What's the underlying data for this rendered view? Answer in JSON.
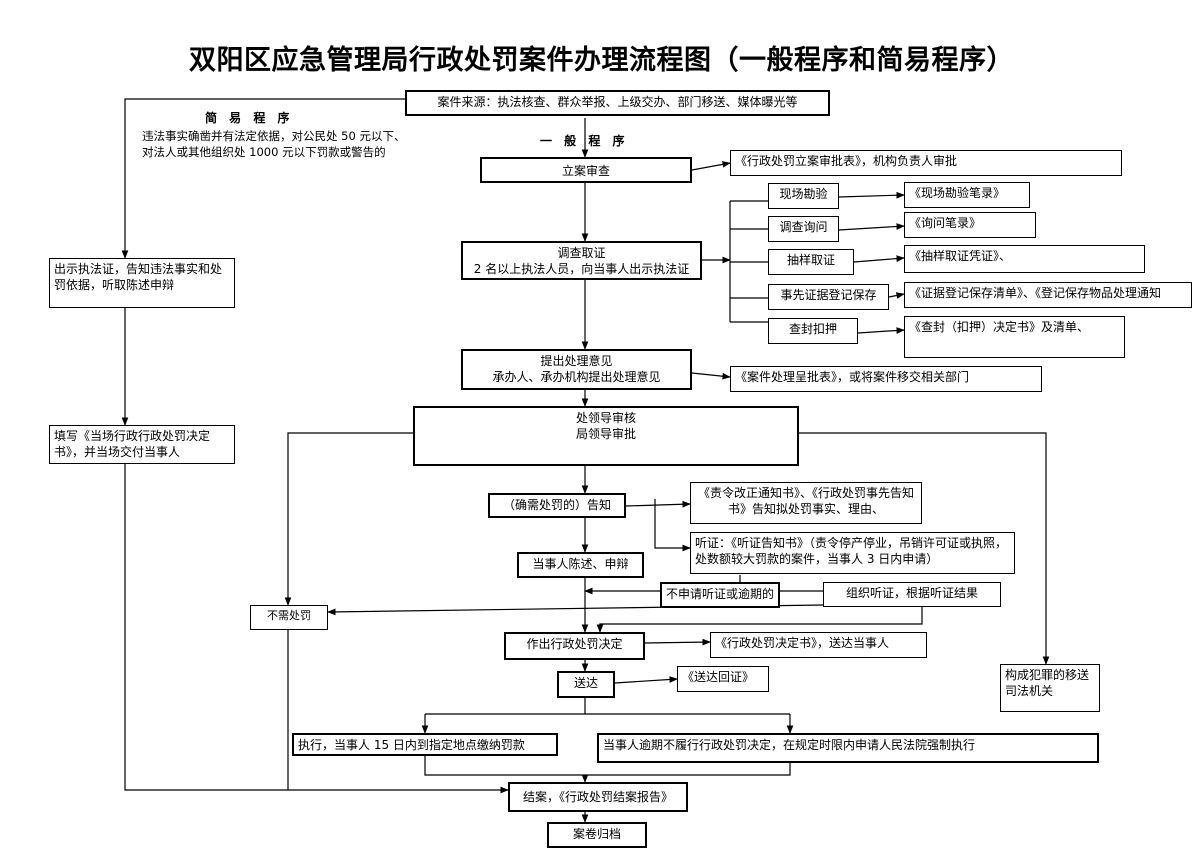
{
  "title": "双阳区应急管理局行政处罚案件办理流程图（一般程序和简易程序）",
  "labels": {
    "simple": "简 易 程 序",
    "simple_desc": "违法事实确凿并有法定依据，对公民处 50 元以下、对法人或其他组织处 1000 元以下罚款或警告的",
    "general": "一 般 程 序"
  },
  "boxes": {
    "source": "案件来源：执法核查、群众举报、上级交办、部门移送、媒体曝光等",
    "register": "立案审查",
    "register_doc": "《行政处罚立案审批表》，机构负责人审批",
    "investigate_1": "调查取证",
    "investigate_2": "2 名以上执法人员，向当事人出示执法证",
    "site": "现场勘验",
    "site_doc": "《现场勘验笔录》",
    "inquiry": "调查询问",
    "inquiry_doc": "《询问笔录》",
    "sample": "抽样取证",
    "sample_doc": "《抽样取证凭证》、",
    "preserve": "事先证据登记保存",
    "preserve_doc": "《证据登记保存清单》、《登记保存物品处理通知",
    "seal": "查封扣押",
    "seal_doc": "《查封（扣押）决定书》及清单、",
    "opinion_1": "提出处理意见",
    "opinion_2": "承办人、承办机构提出处理意见",
    "opinion_doc": "《案件处理呈批表》，或将案件移交相关部门",
    "review_1": "处领导审核",
    "review_2": "局领导审批",
    "notify": "（确需处罚的）告知",
    "notify_doc": "《责令改正通知书》、《行政处罚事先告知书》告知拟处罚事实、理由、",
    "hearing_doc": "听证：《听证告知书》（责令停产停业，吊销许可证或执照，处数额较大罚款的案件，当事人 3 日内申请）",
    "statement": "当事人陈述、申辩",
    "no_hearing": "不申请听证或逾期的",
    "hold_hearing": "组织听证，根据听证结果",
    "no_penalty": "不需处罚",
    "decision": "作出行政处罚决定",
    "decision_doc": "《行政处罚决定书》，送达当事人",
    "deliver": "送达",
    "deliver_doc": "《送达回证》",
    "crime": "构成犯罪的移送司法机关",
    "execute": "执行，当事人 15 日内到指定地点缴纳罚款",
    "overdue": "当事人逾期不履行行政处罚决定，在规定时限内申请人民法院强制执行",
    "close": "结案，《行政处罚结案报告》",
    "archive": "案卷归档",
    "simple_show": "出示执法证，告知违法事实和处罚依据，听取陈述申辩",
    "simple_fill": "填写《当场行政行政处罚决定书》，并当场交付当事人"
  }
}
